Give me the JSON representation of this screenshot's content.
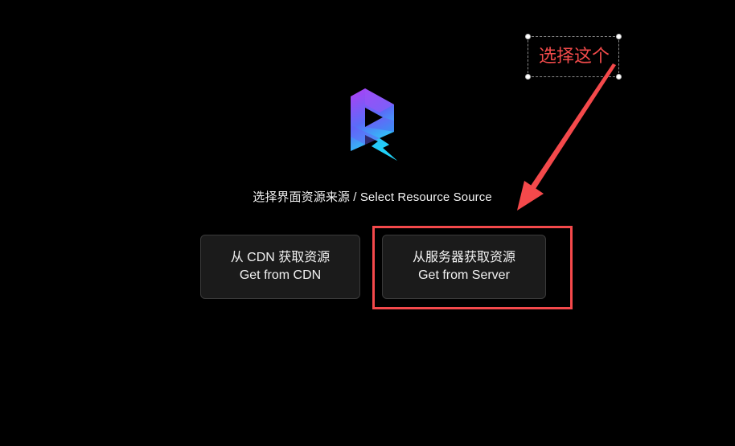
{
  "page": {
    "subtitle": "选择界面资源来源 / Select Resource Source",
    "logo": {
      "icon": "r-play-logo-icon",
      "gradient_top": "#b43cf5",
      "gradient_mid": "#5a6cf8",
      "gradient_bottom": "#1ee8f8"
    }
  },
  "buttons": [
    {
      "label_zh": "从 CDN 获取资源",
      "label_en": "Get from CDN"
    },
    {
      "label_zh": "从服务器获取资源",
      "label_en": "Get from Server"
    }
  ],
  "annotation": {
    "text": "选择这个",
    "color": "#f04a4a",
    "highlight_color": "#f4494b"
  }
}
